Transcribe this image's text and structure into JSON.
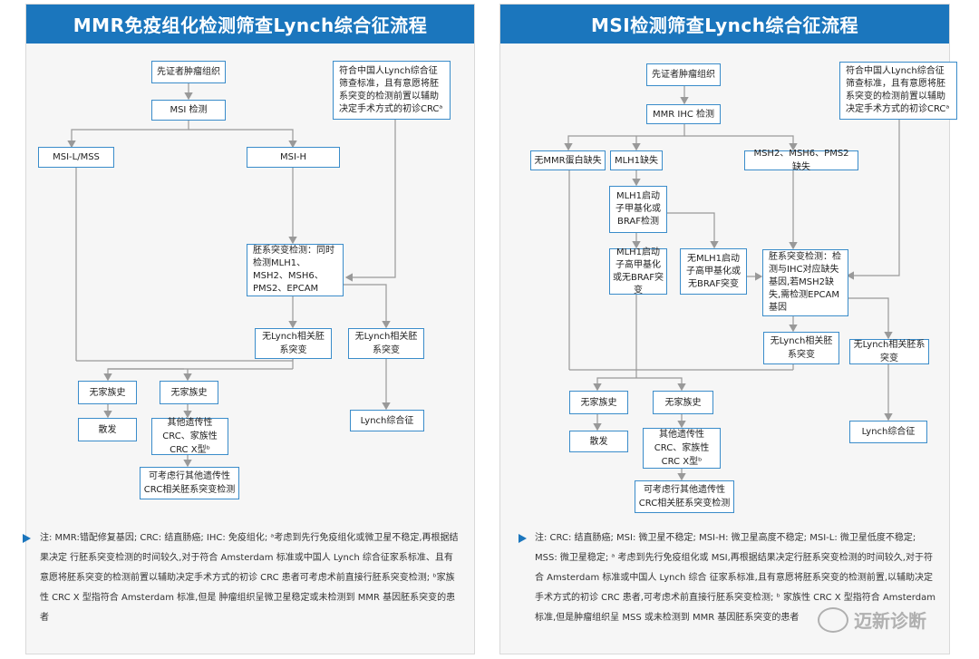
{
  "left": {
    "title": "MMR免疫组化检测筛查Lynch综合征流程",
    "boxes": {
      "proband": "先证者肿瘤组织",
      "msi_test": "MSI 检测",
      "msi_l": "MSI-L/MSS",
      "msi_h": "MSI-H",
      "criteria": "符合中国人Lynch综合征筛查标准，且有意愿将胚系突变的检测前置以辅助决定手术方式的初诊CRCᵃ",
      "germline": "胚系突变检测：同时检测MLH1、MSH2、MSH6、PMS2、EPCAM",
      "no_mut": "无Lynch相关胚系突变",
      "has_mut": "无Lynch相关胚系突变",
      "no_family": "无家族史",
      "has_family": "无家族史",
      "sporadic": "散发",
      "other": "其他遗传性CRC、家族性CRC X型ᵇ",
      "consider": "可考虑行其他遗传性CRC相关胚系突变检测",
      "lynch": "Lynch综合征"
    },
    "note": "注: MMR:错配修复基因; CRC: 结直肠癌; IHC: 免疫组化; ᵃ考虑到先行免疫组化或微卫星不稳定,再根据结果决定 行胚系突变检测的时间较久,对于符合 Amsterdam 标准或中国人 Lynch 综合征家系标准、且有意愿将胚系突变的检测前置以辅助决定手术方式的初诊 CRC 患者可考虑术前直接行胚系突变检测; ᵇ家族性 CRC X 型指符合 Amsterdam 标准,但是 肿瘤组织呈微卫星稳定或未检测到 MMR 基因胚系突变的患者"
  },
  "right": {
    "title": "MSI检测筛查Lynch综合征流程",
    "boxes": {
      "proband": "先证者肿瘤组织",
      "ihc": "MMR IHC 检测",
      "criteria": "符合中国人Lynch综合征筛查标准，且有意愿将胚系突变的检测前置以辅助决定手术方式的初诊CRCᵃ",
      "no_mmr": "无MMR蛋白缺失",
      "mlh1_loss": "MLH1缺失",
      "msh_loss": "MSH2、MSH6、PMS2 缺失",
      "mlh1_test": "MLH1启动子甲基化或BRAF检测",
      "mlh1_meth": "MLH1启动子高甲基化或无BRAF突变",
      "no_meth": "无MLH1启动子高甲基化或无BRAF突变",
      "germline": "胚系突变检测：检测与IHC对应缺失基因,若MSH2缺失,需检测EPCAM基因",
      "no_mut": "无Lynch相关胚系突变",
      "has_mut": "无Lynch相关胚系突变",
      "no_family": "无家族史",
      "has_family": "无家族史",
      "sporadic": "散发",
      "other": "其他遗传性CRC、家族性CRC X型ᵇ",
      "consider": "可考虑行其他遗传性CRC相关胚系突变检测",
      "lynch": "Lynch综合征"
    },
    "note": "注: CRC: 结直肠癌; MSI: 微卫星不稳定; MSI-H: 微卫星高度不稳定; MSI-L: 微卫星低度不稳定; MSS: 微卫星稳定; ᵃ 考虑到先行免疫组化或 MSI,再根据结果决定行胚系突变检测的时间较久,对于符合 Amsterdam 标准或中国人 Lynch 综合 征家系标准,且有意愿将胚系突变的检测前置,以辅助决定手术方式的初诊 CRC 患者,可考虑术前直接行胚系突变检测; ᵇ 家族性 CRC X 型指符合 Amsterdam 标准,但是肿瘤组织呈 MSS 或未检测到 MMR 基因胚系突变的患者"
  },
  "watermark": "迈新诊断",
  "colors": {
    "header": "#1b76bd",
    "border": "#3a8cca",
    "line": "#999999"
  }
}
